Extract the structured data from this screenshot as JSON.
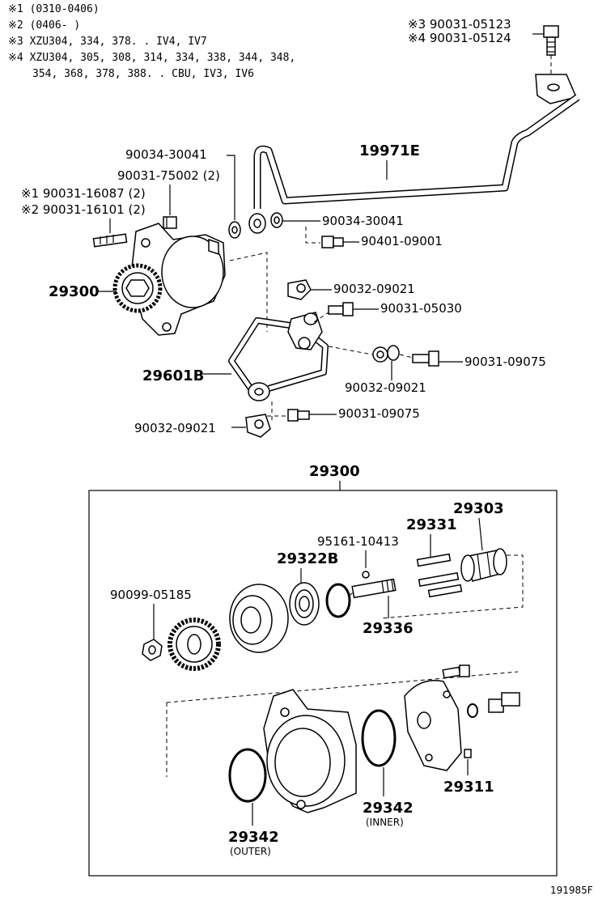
{
  "notes": [
    {
      "mark": "※1",
      "text": "(0310-0406)"
    },
    {
      "mark": "※2",
      "text": "(0406-      )"
    },
    {
      "mark": "※3",
      "text": "XZU304, 334, 378. . IV4, IV7"
    },
    {
      "mark": "※4",
      "text": "XZU304, 305, 308, 314, 334, 338, 344, 348,"
    },
    {
      "mark": "",
      "text": "354, 368, 378, 388. . CBU, IV3, IV6"
    }
  ],
  "labels": {
    "bolt_top_3": "※3 90031-05123",
    "bolt_top_4": "※4 90031-05124",
    "gasket_a": "90034-30041",
    "hose_19971e": "19971E",
    "bolt_75002": "90031-75002 (2)",
    "stud_1": "※1 90031-16087 (2)",
    "stud_2": "※2 90031-16101 (2)",
    "gasket_b": "90034-30041",
    "bolt_90401": "90401-09001",
    "pump_29300": "29300",
    "clamp_a": "90032-09021",
    "bolt_05030": "90031-05030",
    "pipe_29601b": "29601B",
    "clamp_b": "90032-09021",
    "bolt_09075_a": "90031-09075",
    "clamp_c": "90032-09021",
    "bolt_09075_b": "90031-09075",
    "assembly_title": "29300",
    "rotor_29303": "29303",
    "vane_29331": "29331",
    "pin_95161": "95161-10413",
    "bearing_29322b": "29322B",
    "nut_90099": "90099-05185",
    "shaft_29336": "29336",
    "plate_29311": "29311",
    "oring_inner": "29342",
    "oring_inner_sub": "(INNER)",
    "oring_outer": "29342",
    "oring_outer_sub": "(OUTER)",
    "figure_code": "191985F"
  }
}
